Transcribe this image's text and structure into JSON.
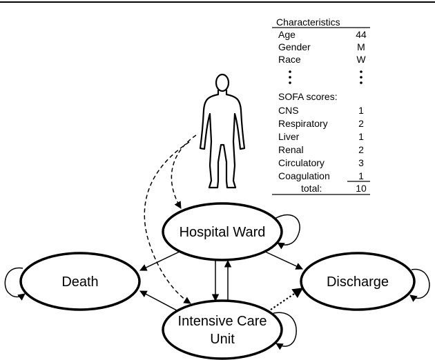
{
  "nodes": {
    "hospital_ward": "Hospital Ward",
    "death": "Death",
    "discharge": "Discharge",
    "icu_line1": "Intensive Care",
    "icu_line2": "Unit"
  },
  "table": {
    "header": "Characteristics",
    "rows": [
      {
        "label": "Age",
        "value": "44"
      },
      {
        "label": "Gender",
        "value": "M"
      },
      {
        "label": "Race",
        "value": "W"
      }
    ],
    "sofa_header": "SOFA scores:",
    "sofa_rows": [
      {
        "label": "CNS",
        "value": "1"
      },
      {
        "label": "Respiratory",
        "value": "2"
      },
      {
        "label": "Liver",
        "value": "1"
      },
      {
        "label": "Renal",
        "value": "2"
      },
      {
        "label": "Circulatory",
        "value": "3"
      },
      {
        "label": "Coagulation",
        "value": "1"
      }
    ],
    "total_label": "total:",
    "total_value": "10"
  },
  "icons": {
    "patient": "human-silhouette-icon"
  },
  "colors": {
    "ink": "#000000",
    "background": "#ffffff"
  }
}
